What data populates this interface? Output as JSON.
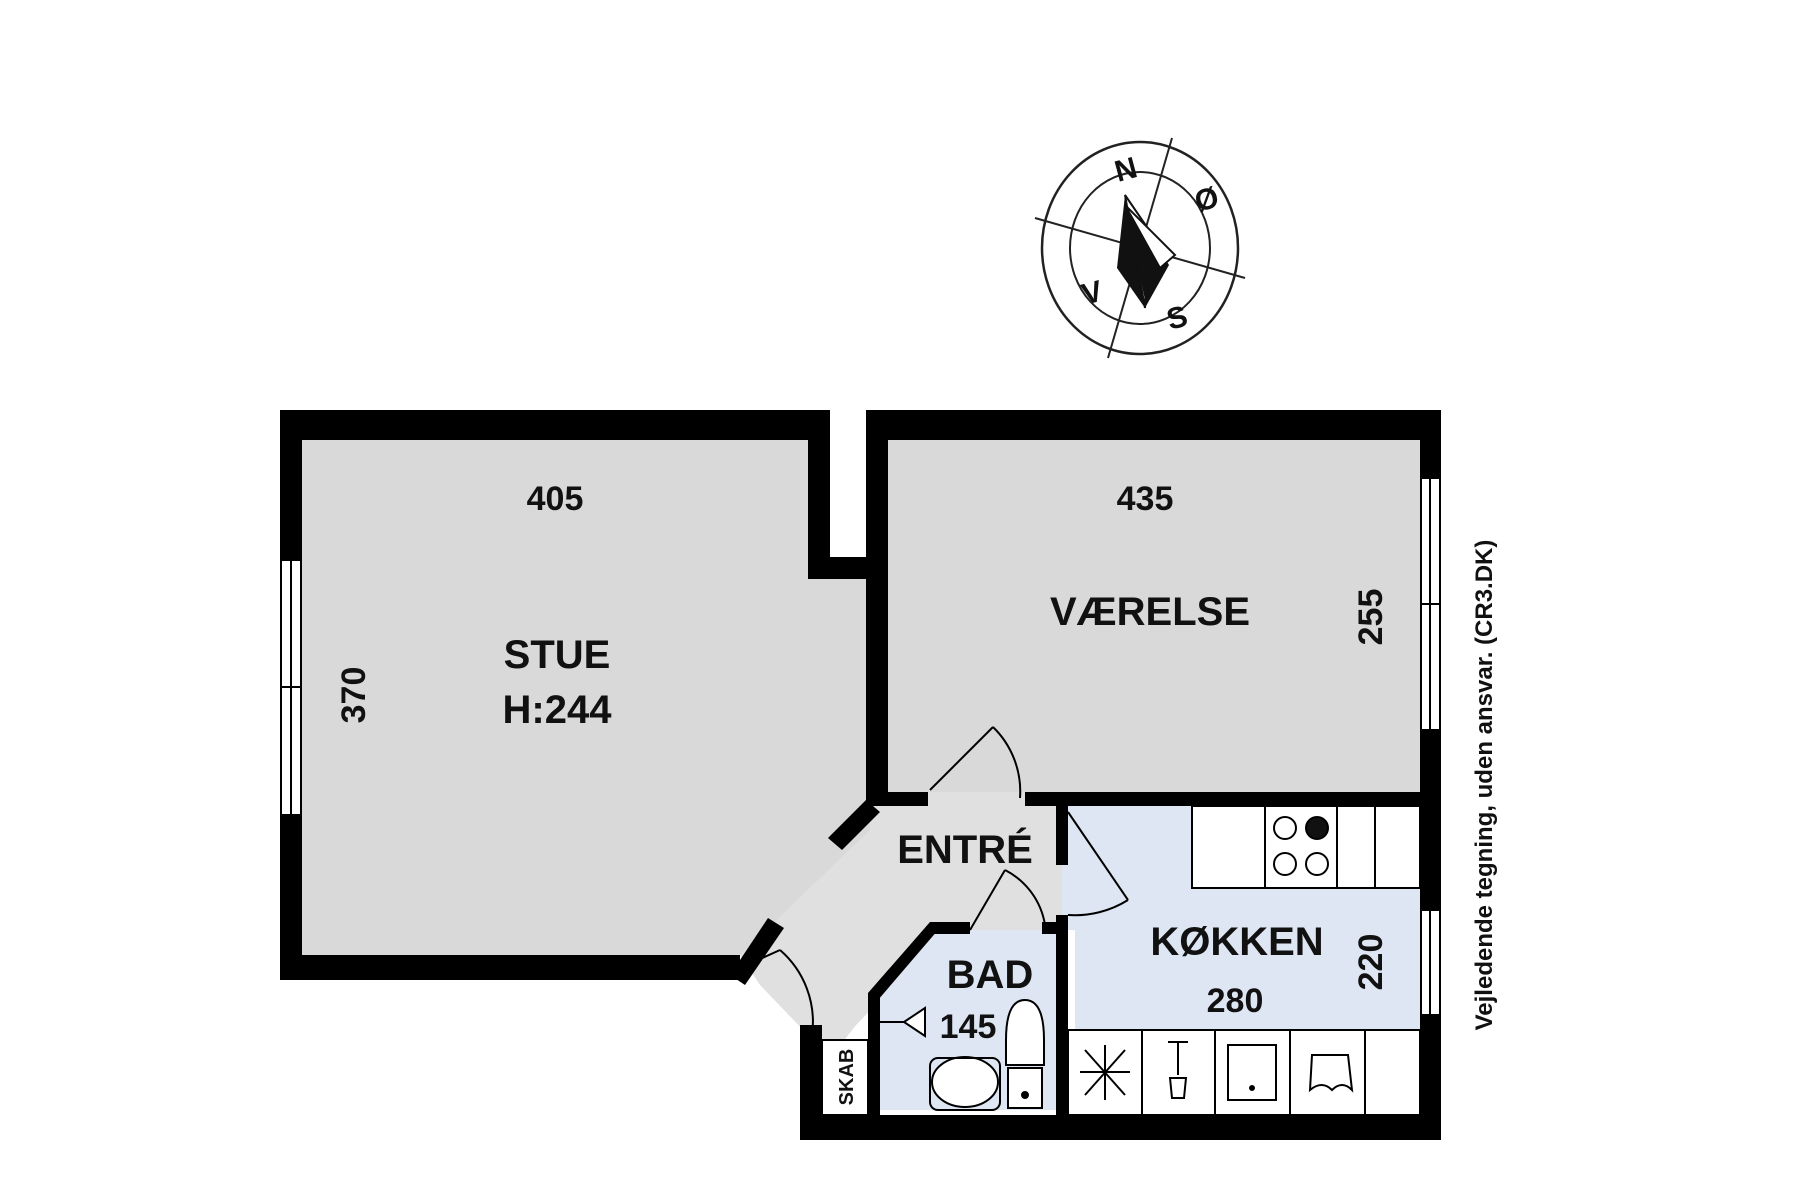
{
  "compass": {
    "north": "N",
    "east": "Ø",
    "south": "S",
    "west": "V"
  },
  "rooms": {
    "stue": {
      "name": "STUE",
      "height": "H:244",
      "width_dim": "405",
      "depth_dim": "370"
    },
    "vaerelse": {
      "name": "VÆRELSE",
      "width_dim": "435",
      "depth_dim": "255"
    },
    "entre": {
      "name": "ENTRÉ"
    },
    "koekken": {
      "name": "KØKKEN",
      "width_dim": "280",
      "depth_dim": "220"
    },
    "bad": {
      "name": "BAD",
      "width_dim": "145"
    },
    "skab": {
      "name": "SKAB"
    }
  },
  "disclaimer": "Vejledende tegning, uden ansvar. (CR3.DK)",
  "colors": {
    "wall": "#000000",
    "dry_room_fill": "#d9d9d9",
    "wet_room_fill": "#dfe6f3",
    "background": "#ffffff"
  }
}
